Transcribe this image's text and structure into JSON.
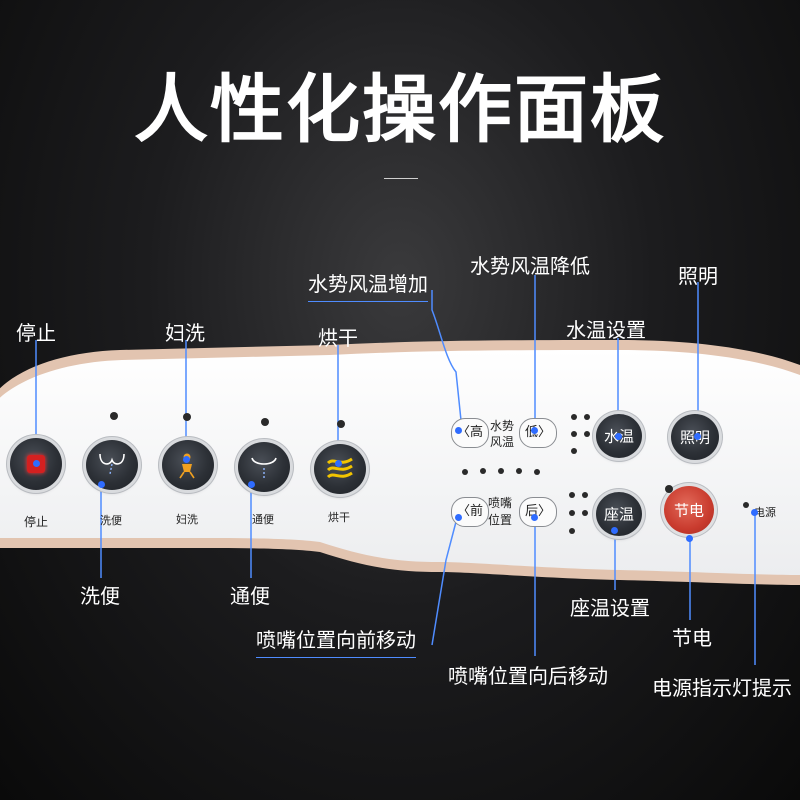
{
  "title": "人性化操作面板",
  "colors": {
    "background": "#1a1a1a",
    "panel": "#f7f7f8",
    "panel_rim": "#d9b9a5",
    "callout_line": "#4f8cff",
    "stop_red": "#d42020",
    "energy_button": "#c93b2e",
    "dry_yellow": "#f2c400"
  },
  "callouts": {
    "stop": "停止",
    "feminine_wash": "妇洗",
    "dry": "烘干",
    "flow_up": "水势风温增加",
    "flow_down": "水势风温降低",
    "light": "照明",
    "water_temp_setting": "水温设置",
    "rear_wash": "洗便",
    "bowel_aid": "通便",
    "nozzle_forward": "喷嘴位置向前移动",
    "nozzle_backward": "喷嘴位置向后移动",
    "seat_temp_setting": "座温设置",
    "energy_saving": "节电",
    "power_indicator": "电源指示灯提示"
  },
  "panel": {
    "stop_label": "停止",
    "rear_wash_label": "洗便",
    "feminine_wash_label": "妇洗",
    "bowel_aid_label": "通便",
    "dry_label": "烘干",
    "high_button": "〈高",
    "low_button": "低〉",
    "flow_label_1": "水势",
    "flow_label_2": "风温",
    "front_button": "〈前",
    "rear_button": "后〉",
    "nozzle_label_1": "喷嘴",
    "nozzle_label_2": "位置",
    "water_temp_button": "水温",
    "seat_temp_button": "座温",
    "light_button": "照明",
    "energy_button": "节电",
    "power_label": "电源"
  },
  "icons": {
    "stop": "stop-square-icon",
    "rear_wash": "rear-wash-icon",
    "feminine_wash": "feminine-wash-icon",
    "bowel_aid": "bowel-aid-icon",
    "dry": "dry-wave-icon"
  }
}
